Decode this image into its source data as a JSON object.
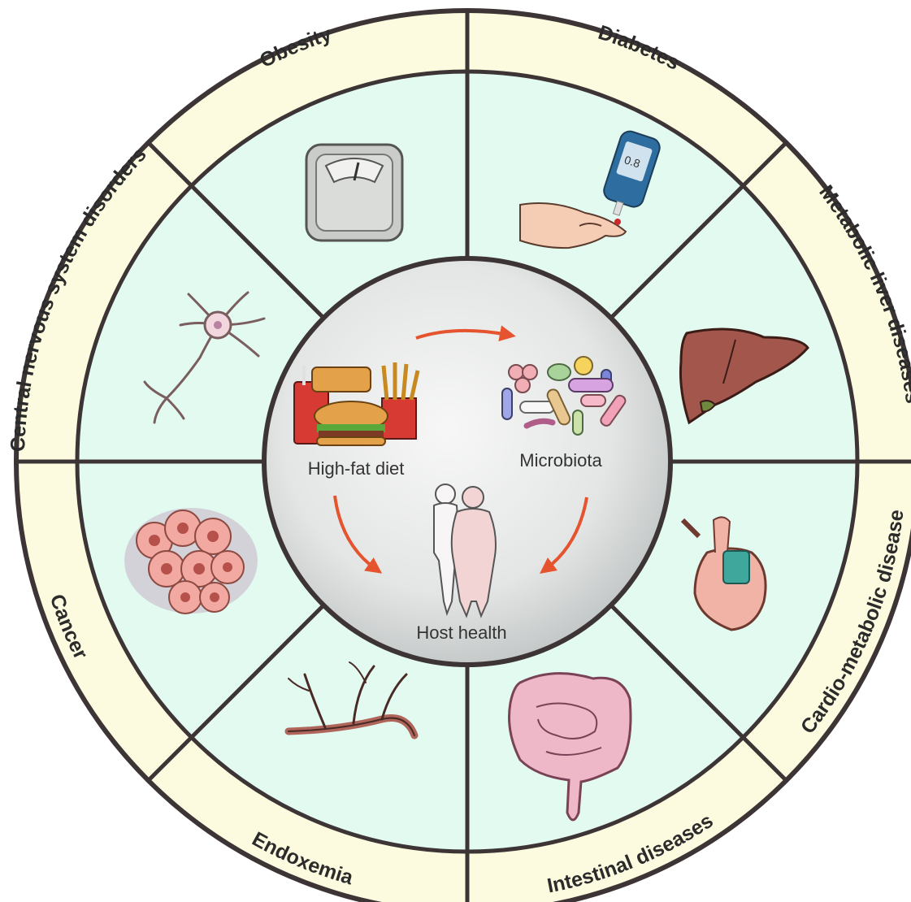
{
  "colors": {
    "outer_ring": "#fdfbdf",
    "wedge": "#e3faf1",
    "line": "#3d3535",
    "arrow": "#e5532f",
    "core_light": "#f4f5f4",
    "core_dark": "#bfc3c3"
  },
  "ring": {
    "diseases": [
      {
        "label": "Obesity",
        "icon": "weighing-scale-icon"
      },
      {
        "label": "Diabetes",
        "icon": "glucose-meter-icon"
      },
      {
        "label": "Metabolic liver diseases",
        "icon": "liver-icon"
      },
      {
        "label": "Cardio-metabolic disease",
        "icon": "heart-icon"
      },
      {
        "label": "Intestinal diseases",
        "icon": "intestine-icon"
      },
      {
        "label": "Endoxemia",
        "icon": "blood-vessel-icon"
      },
      {
        "label": "Cancer",
        "icon": "tumor-cells-icon"
      },
      {
        "label": "Central nervous system disorders",
        "icon": "neuron-icon"
      }
    ]
  },
  "center": {
    "diet_label": "High-fat diet",
    "microbiota_label": "Microbiota",
    "host_label": "Host health",
    "diet_icon": "fast-food-icon",
    "microbiota_icon": "bacteria-icon",
    "host_icon": "human-figures-icon"
  }
}
